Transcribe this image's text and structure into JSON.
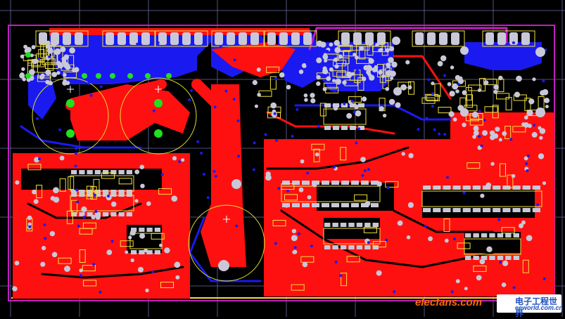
{
  "palette": {
    "background": "#000000",
    "grid": "#6a6aa0",
    "outline": "#c020c0",
    "top_copper": "#ff1010",
    "bottom_copper": "#1a1af0",
    "silkscreen": "#f0e040",
    "pads": "#c8c8d8",
    "vias": "#1a1af0",
    "green_pads": "#20e020",
    "cap_outline": "#e0e030"
  },
  "watermark": {
    "left_text": "elecfans.com",
    "right_text": "电子工程世界",
    "right_sub": "eeworld.com.cn",
    "left_color": "#ff6a00",
    "right_color": "#2050c0"
  }
}
